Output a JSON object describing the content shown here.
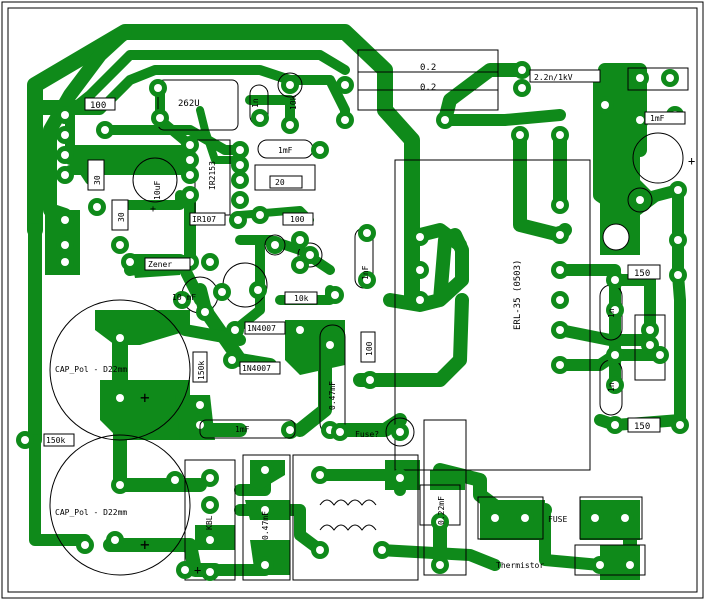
{
  "colors": {
    "copper": "#0f8a1a",
    "silk": "#000000",
    "board": "#ffffff"
  },
  "labels": {
    "r100_top": "100",
    "ic_262u": "262U",
    "r1n_top": "1n",
    "r10k_top": "10k",
    "shunt1": "0.2",
    "shunt2": "0.2",
    "cap_2n2": "2.2n/1kV",
    "cap_1mf_right": "1mF",
    "cap_1mf_mid": "1mF",
    "r30a": "30",
    "r30b": "30",
    "ic_ir2153": "IR2153",
    "cap_10uf": "10uF",
    "r20": "20",
    "ir107": "IR107",
    "r100_mid": "100",
    "zener": "Zener",
    "r150_right_top": "150",
    "r150_right_bot": "150",
    "cap_1n_a": "1n",
    "cap_1n_b": "1n",
    "cap_1nf": "1nF",
    "cap_10mf": "10 mF",
    "r10k_mid": "10k",
    "transformer": "ERL-35 (0503)",
    "d4007a": "1N4007",
    "d4007b": "1N4007",
    "r100_vert": "100",
    "cap_pol1": "CAP_Pol - D22mm",
    "cap_pol2": "CAP_Pol - D22mm",
    "r150k_a": "150k",
    "r150k_b": "150k",
    "cap_047": "0.47mF",
    "cap_1mf_low": "1mF",
    "fuse_r": "Fuse?",
    "bridge": "KBL",
    "cap_047b": "0.47mF",
    "cap_022": "0.22mF",
    "fuse": "FUSE",
    "thermistor": "Thermistor"
  }
}
